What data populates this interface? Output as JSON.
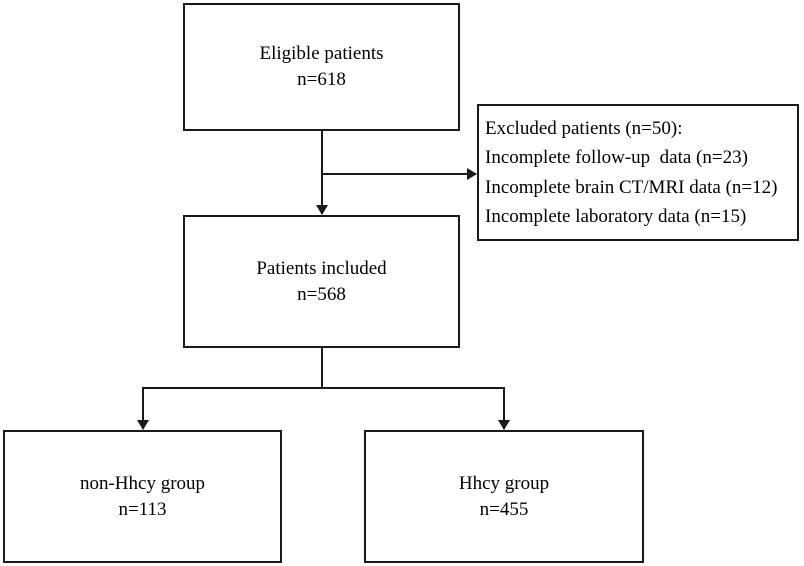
{
  "flowchart": {
    "eligible": {
      "title": "Eligible patients",
      "count": "n=618"
    },
    "excluded": {
      "heading": "Excluded patients (n=50):",
      "reasons": [
        "Incomplete follow-up  data (n=23)",
        "Incomplete brain CT/MRI data (n=12)",
        "Incomplete laboratory data (n=15)"
      ]
    },
    "included": {
      "title": "Patients included",
      "count": "n=568"
    },
    "groups": [
      {
        "title": "non-Hhcy group",
        "count": "n=113"
      },
      {
        "title": "Hhcy group",
        "count": "n=455"
      }
    ]
  }
}
